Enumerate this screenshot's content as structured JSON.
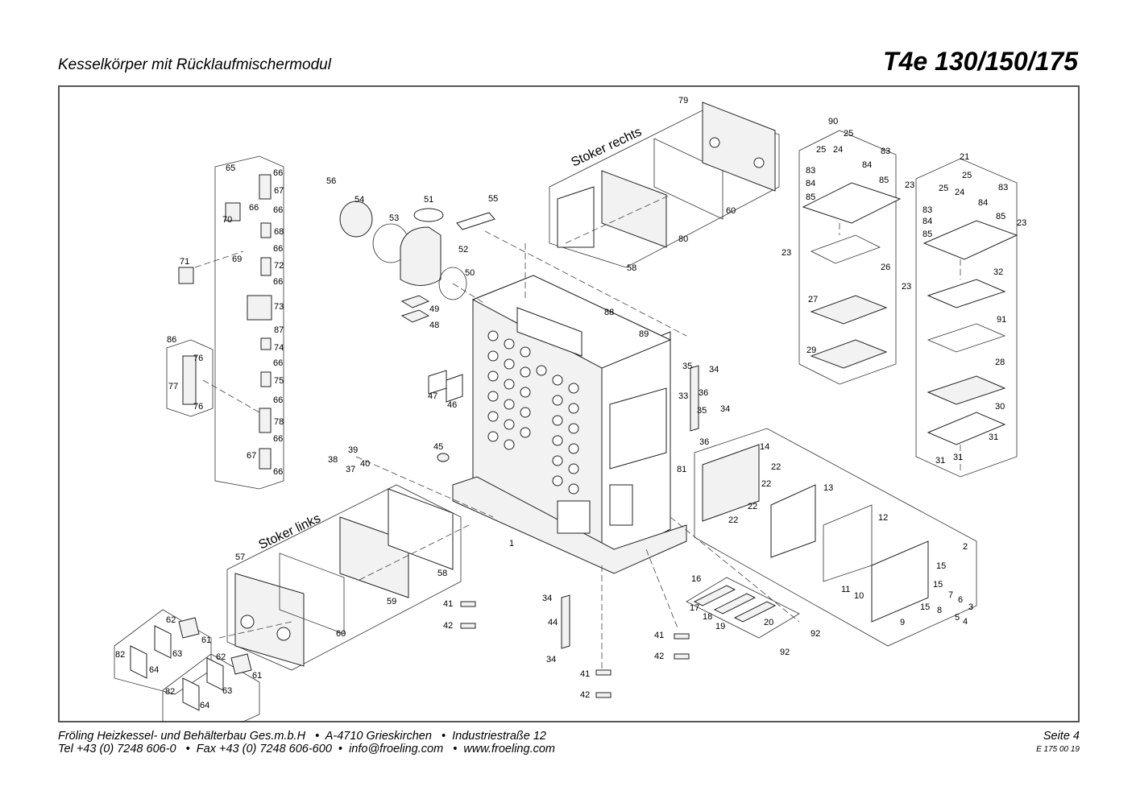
{
  "header": {
    "subtitle": "Kesselkörper mit Rücklaufmischermodul",
    "model": "T4e 130/150/175"
  },
  "diagram": {
    "group_labels": {
      "stoker_rechts": "Stoker rechts",
      "stoker_links": "Stoker links"
    },
    "callouts": [
      "1",
      "2",
      "3",
      "4",
      "5",
      "6",
      "7",
      "8",
      "9",
      "10",
      "11",
      "12",
      "13",
      "14",
      "15",
      "16",
      "17",
      "18",
      "19",
      "20",
      "21",
      "22",
      "23",
      "24",
      "25",
      "26",
      "27",
      "28",
      "29",
      "30",
      "31",
      "32",
      "33",
      "34",
      "35",
      "36",
      "37",
      "38",
      "39",
      "40",
      "41",
      "42",
      "44",
      "45",
      "46",
      "47",
      "48",
      "49",
      "50",
      "51",
      "52",
      "53",
      "54",
      "55",
      "56",
      "57",
      "58",
      "59",
      "60",
      "61",
      "62",
      "63",
      "64",
      "65",
      "66",
      "67",
      "68",
      "69",
      "70",
      "71",
      "72",
      "73",
      "74",
      "75",
      "76",
      "77",
      "78",
      "79",
      "80",
      "81",
      "82",
      "83",
      "84",
      "85",
      "86",
      "87",
      "88",
      "89",
      "90",
      "91",
      "92"
    ]
  },
  "footer": {
    "line1": "Fröling Heizkessel- und Behälterbau Ges.m.b.H   •  A-4710 Grieskirchen   •  Industriestraße 12",
    "line2": "Tel +43 (0) 7248 606-0   •  Fax +43 (0) 7248 606-600  •  info@froeling.com   •  www.froeling.com",
    "page": "Seite 4",
    "doc_code": "E 175 00 19"
  }
}
